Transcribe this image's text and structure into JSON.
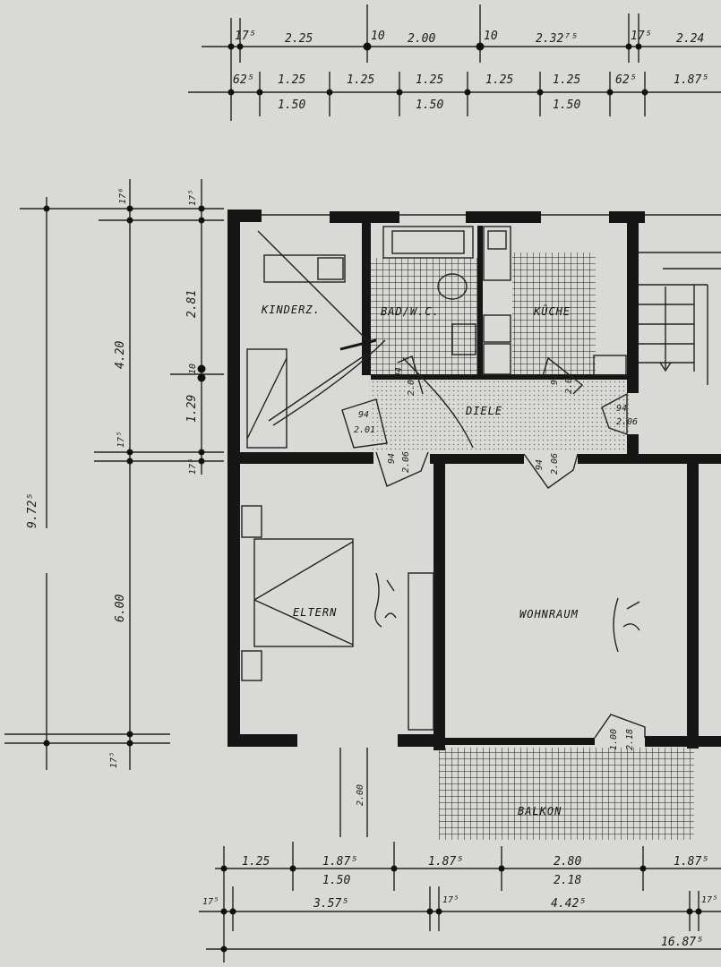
{
  "rooms": {
    "kinderz": "KINDERZ.",
    "bad": "BAD/W.C.",
    "kueche": "KÜCHE",
    "diele": "DIELE",
    "eltern": "ELTERN",
    "wohnraum": "WOHNRAUM",
    "balkon": "BALKON"
  },
  "dims_top_row1": [
    "17⁵",
    "2.25",
    "10",
    "2.00",
    "10",
    "2.32⁷⁵",
    "17⁵",
    "2.24"
  ],
  "dims_top_row2": [
    "62⁵",
    "1.25",
    "1.25",
    "1.25",
    "1.25",
    "1.25",
    "62⁵",
    "1.87⁵"
  ],
  "dims_top_row3": [
    "1.50",
    "1.50",
    "1.50"
  ],
  "dims_left_outer": "9.72⁵",
  "dims_left_mid": [
    "17⁶",
    "4.20",
    "17⁵",
    "6.00",
    "17⁵"
  ],
  "dims_left_inner": [
    "17⁵",
    "2.81",
    "10",
    "1.29",
    "17⁵"
  ],
  "dims_bottom_row1": [
    "1.25",
    "1.87⁵",
    "1.87⁵",
    "2.80",
    "1.87⁵"
  ],
  "dims_bottom_row1b": [
    "1.50",
    "2.18"
  ],
  "dims_bottom_row2": [
    "17⁵",
    "3.57⁵",
    "17⁵",
    "4.42⁵",
    "17⁵"
  ],
  "dims_bottom_total": "16.87⁵",
  "door_labels": {
    "d1": "94",
    "d1b": "2.01",
    "d2": "94",
    "d2b": "2.06",
    "d3": "94",
    "d3b": "2.06",
    "d4": "94",
    "d4b": "2.06",
    "d5": "94",
    "d5b": "2.01",
    "d6": "94",
    "d6b": "2.06",
    "balcony_door": "1.00",
    "balcony_door_b": "2.18",
    "balcony_depth": "2.00"
  }
}
